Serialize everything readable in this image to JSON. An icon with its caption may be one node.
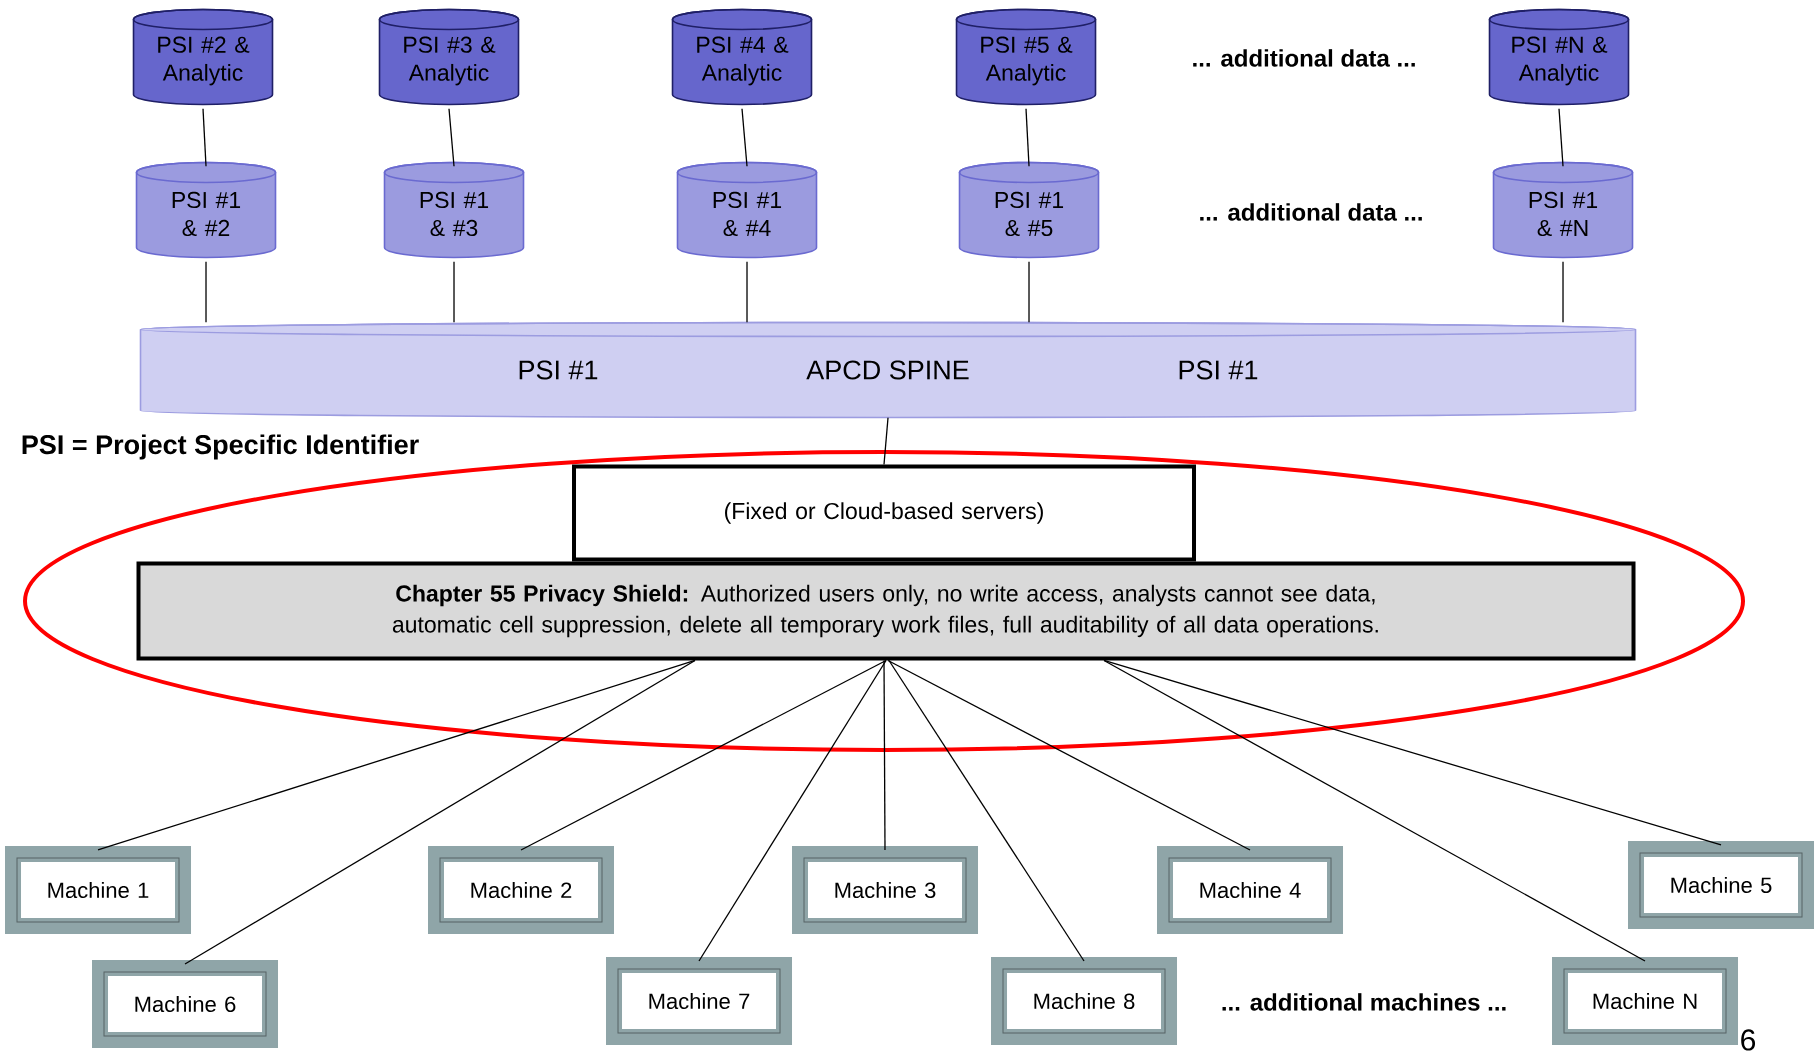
{
  "diagram": {
    "nodes": [
      {
        "text": [
          "PSI #2 & Analytic"
        ]
      },
      {
        "text": [
          "PSI #3 & Analytic"
        ]
      },
      {
        "text": [
          "PSI #4 & Analytic"
        ]
      },
      {
        "text": [
          "PSI #5 & Analytic"
        ]
      },
      {
        "text": [
          "PSI #N & Analytic"
        ]
      },
      {
        "text": [
          "PSI #1 & #2"
        ]
      },
      {
        "text": [
          "PSI #1 & #3"
        ]
      },
      {
        "text": [
          "PSI #1 & #4"
        ]
      },
      {
        "text": [
          "PSI #1 & #5"
        ]
      },
      {
        "text": [
          "PSI #1 & #N"
        ]
      },
      {
        "text": [
          "PSI #1",
          "APCD SPINE",
          "PSI #1"
        ]
      },
      {
        "text": [
          "(Fixed or Cloud-based servers)"
        ]
      },
      {
        "text": [
          "**Chapter 55 Privacy Shield:** Authorized users only, no write access, analysts cannot see data, automatic cell suppression, delete all temporary work files, full auditability of all data operations."
        ]
      },
      {
        "text": [
          "Machine 1"
        ]
      },
      {
        "text": [
          "Machine 2"
        ]
      },
      {
        "text": [
          "Machine 3"
        ]
      },
      {
        "text": [
          "Machine 4"
        ]
      },
      {
        "text": [
          "Machine 5"
        ]
      },
      {
        "text": [
          "Machine 6"
        ]
      },
      {
        "text": [
          "Machine 7"
        ]
      },
      {
        "text": [
          "Machine 8"
        ]
      },
      {
        "text": [
          "Machine N"
        ]
      }
    ],
    "edges": [
      {
        "from": 0,
        "to": 5,
        "arrow": "none"
      },
      {
        "from": 1,
        "to": 6,
        "arrow": "none"
      },
      {
        "from": 2,
        "to": 7,
        "arrow": "none"
      },
      {
        "from": 3,
        "to": 8,
        "arrow": "none"
      },
      {
        "from": 4,
        "to": 9,
        "arrow": "none"
      },
      {
        "from": 5,
        "to": 10,
        "arrow": "none"
      },
      {
        "from": 6,
        "to": 10,
        "arrow": "none"
      },
      {
        "from": 7,
        "to": 10,
        "arrow": "none"
      },
      {
        "from": 8,
        "to": 10,
        "arrow": "none"
      },
      {
        "from": 9,
        "to": 10,
        "arrow": "none"
      },
      {
        "from": 10,
        "to": 11,
        "arrow": "none"
      },
      {
        "from": 12,
        "to": 13,
        "arrow": "none"
      },
      {
        "from": 12,
        "to": 14,
        "arrow": "none"
      },
      {
        "from": 12,
        "to": 15,
        "arrow": "none"
      },
      {
        "from": 12,
        "to": 16,
        "arrow": "none"
      },
      {
        "from": 12,
        "to": 17,
        "arrow": "none"
      },
      {
        "from": 12,
        "to": 18,
        "arrow": "none"
      },
      {
        "from": 12,
        "to": 19,
        "arrow": "none"
      },
      {
        "from": 12,
        "to": 20,
        "arrow": "none"
      },
      {
        "from": 12,
        "to": 21,
        "arrow": "none"
      }
    ],
    "labels": [
      "... additional data ...",
      "... additional data ...",
      "PSI = Project Specific Identifier",
      "... additional machines ...",
      "6"
    ]
  }
}
